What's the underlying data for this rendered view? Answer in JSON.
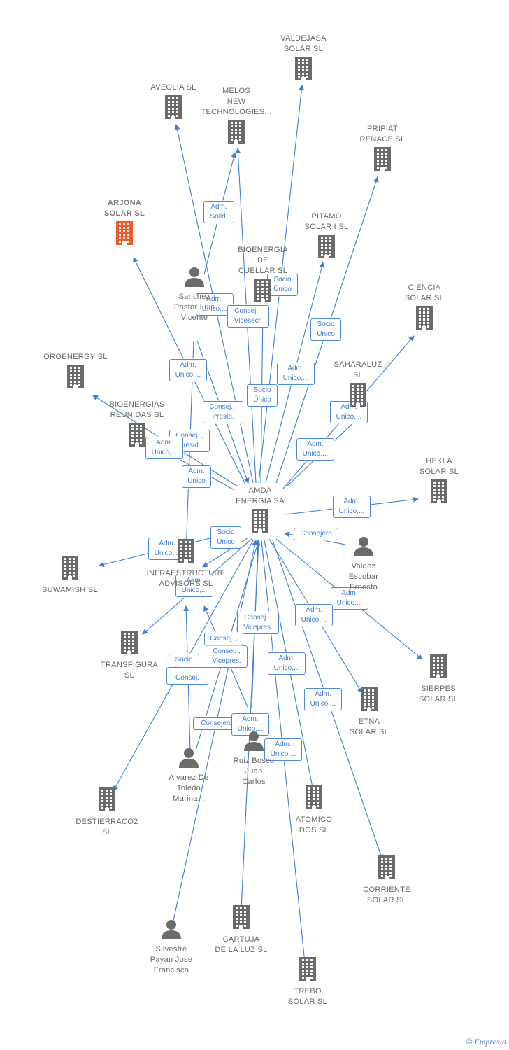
{
  "colors": {
    "edge": "#3a7fd5",
    "company": "#6b6b6b",
    "highlight": "#f05a2a",
    "person": "#6b6b6b"
  },
  "companies": [
    {
      "id": "valdejasa",
      "label": "VALDEJASA\nSOLAR  SL",
      "icon": "building-icon"
    },
    {
      "id": "aveolia",
      "label": "AVEOLIA  SL",
      "icon": "building-icon"
    },
    {
      "id": "melos",
      "label": "MELOS\nNEW\nTECHNOLOGIES...",
      "icon": "building-icon"
    },
    {
      "id": "pripiat",
      "label": "PRIPIAT\nRENACE  SL",
      "icon": "building-icon"
    },
    {
      "id": "arjona",
      "label": "ARJONA\nSOLAR  SL",
      "icon": "building-icon",
      "highlight": true
    },
    {
      "id": "pitamo",
      "label": "PITAMO\nSOLAR I  SL",
      "icon": "building-icon"
    },
    {
      "id": "bioenergia_cuellar",
      "label": "BIOENERGIA\nDE\nCUELLAR SL",
      "icon": "building-icon"
    },
    {
      "id": "ciencia",
      "label": "CIENCIA\nSOLAR  SL",
      "icon": "building-icon"
    },
    {
      "id": "oroenergy",
      "label": "OROENERGY SL",
      "icon": "building-icon"
    },
    {
      "id": "saharaluz",
      "label": "SAHARALUZ\nSL",
      "icon": "building-icon"
    },
    {
      "id": "bioenergias_reunidas",
      "label": "BIOENERGIAS\nREUNIDAS SL",
      "icon": "building-icon"
    },
    {
      "id": "hekla",
      "label": "HEKLA\nSOLAR  SL",
      "icon": "building-icon"
    },
    {
      "id": "amda",
      "label": "AMDA\nENERGIA SA",
      "icon": "building-icon"
    },
    {
      "id": "suwamish",
      "label": "SUWAMISH  SL",
      "icon": "building-icon"
    },
    {
      "id": "infrae",
      "label": "INFRAESTRUCTURE\nADVISORS  SL",
      "icon": "building-icon"
    },
    {
      "id": "transfigura",
      "label": "TRANSFIGURA\nSL",
      "icon": "building-icon"
    },
    {
      "id": "sierpes",
      "label": "SIERPES\nSOLAR  SL",
      "icon": "building-icon"
    },
    {
      "id": "etna",
      "label": "ETNA\nSOLAR  SL",
      "icon": "building-icon"
    },
    {
      "id": "destierraco2",
      "label": "DESTIERRACO2\nSL",
      "icon": "building-icon"
    },
    {
      "id": "atomico",
      "label": "ATOMICO\nDOS  SL",
      "icon": "building-icon"
    },
    {
      "id": "corriente",
      "label": "CORRIENTE\nSOLAR  SL",
      "icon": "building-icon"
    },
    {
      "id": "cartuja",
      "label": "CARTUJA\nDE LA LUZ  SL",
      "icon": "building-icon"
    },
    {
      "id": "trebo",
      "label": "TREBO\nSOLAR  SL",
      "icon": "building-icon"
    }
  ],
  "people": [
    {
      "id": "sanchez",
      "label": "Sanchez\nPastor Luis\nVicente",
      "icon": "person-icon"
    },
    {
      "id": "valdez",
      "label": "Valdez\nEscobar\nErnesto",
      "icon": "person-icon"
    },
    {
      "id": "alvarez",
      "label": "Alvarez De\nToledo\nMarina...",
      "icon": "person-icon"
    },
    {
      "id": "ruiz",
      "label": "Ruiz Bosco\nJuan\nCarlos",
      "icon": "person-icon"
    },
    {
      "id": "silvestre",
      "label": "Silvestre\nPayan Jose\nFrancisco",
      "icon": "person-icon"
    }
  ],
  "relations": [
    "Adm.\nSolid.",
    "Socio\nÚnico",
    "Adm.\nUnico,...",
    "Consej. ,\nVicesecr.",
    "Socio\nÚnico",
    "Adm.\nUnico,...",
    "Adm.\nUnico,...",
    "Socio\nÚnico",
    "Consej. ,\nPresid.",
    "Adm.\nUnico,...",
    "Consej. ,\nPresid.",
    "Adm.\nUnico,...",
    "Adm.\nUnico,...",
    "Adm.\nUnico",
    "Adm.\nUnico,...",
    "Socio\nÚnico",
    "Consejero",
    "Adm.\nUnico,...",
    "Adm.\nUnico,...",
    "Adm.\nUnico,...",
    "Adm.\nUnico,...",
    "Consej. ,\nVicepres.",
    "Consej. ,\nVicepres.",
    "Consej. ,",
    "Socio\nÚnico",
    "Consej.",
    "Adm.\nUnico,...",
    "Adm.\nUnico,...",
    "Consejero",
    "Adm.\nUnico,...",
    "Adm.\nUnico,..."
  ],
  "footer": {
    "copyright": "©",
    "brand": "Empresia"
  }
}
